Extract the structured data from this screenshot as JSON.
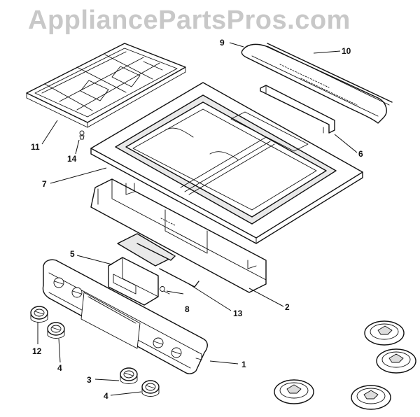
{
  "watermark": "AppliancePartsPros.com",
  "callouts": {
    "c1": "1",
    "c2": "2",
    "c3": "3",
    "c4a": "4",
    "c4b": "4",
    "c5": "5",
    "c6": "6",
    "c7": "7",
    "c8": "8",
    "c9": "9",
    "c10": "10",
    "c11": "11",
    "c12": "12",
    "c13": "13",
    "c14": "14"
  }
}
